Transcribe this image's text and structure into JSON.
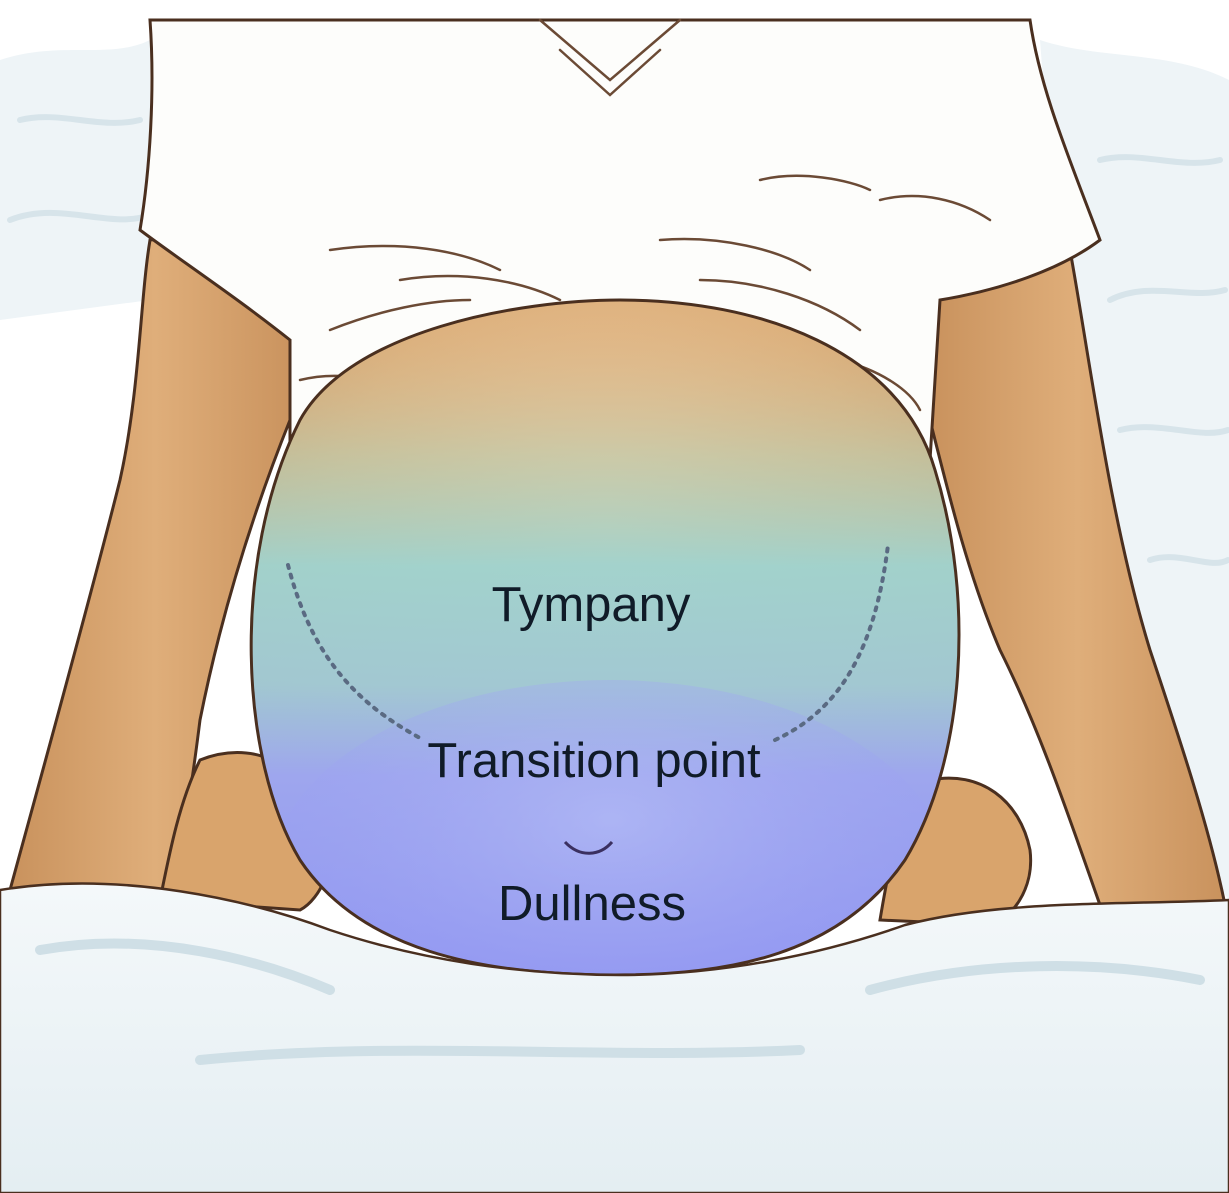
{
  "labels": {
    "tympany": "Tympany",
    "transition": "Transition point",
    "dullness": "Dullness"
  },
  "colors": {
    "background": "#ffffff",
    "sheet": "#eef4f7",
    "sheet_shadow": "#c9dae2",
    "skin": "#d9a872",
    "skin_light": "#e9c49b",
    "outline": "#4a2f1f",
    "shirt": "#fdfdfb",
    "tympany_zone": "#9fd3cf",
    "dullness_zone": "#8e93f2",
    "dotted_line": "#5a6a82",
    "text": "#101b28"
  }
}
